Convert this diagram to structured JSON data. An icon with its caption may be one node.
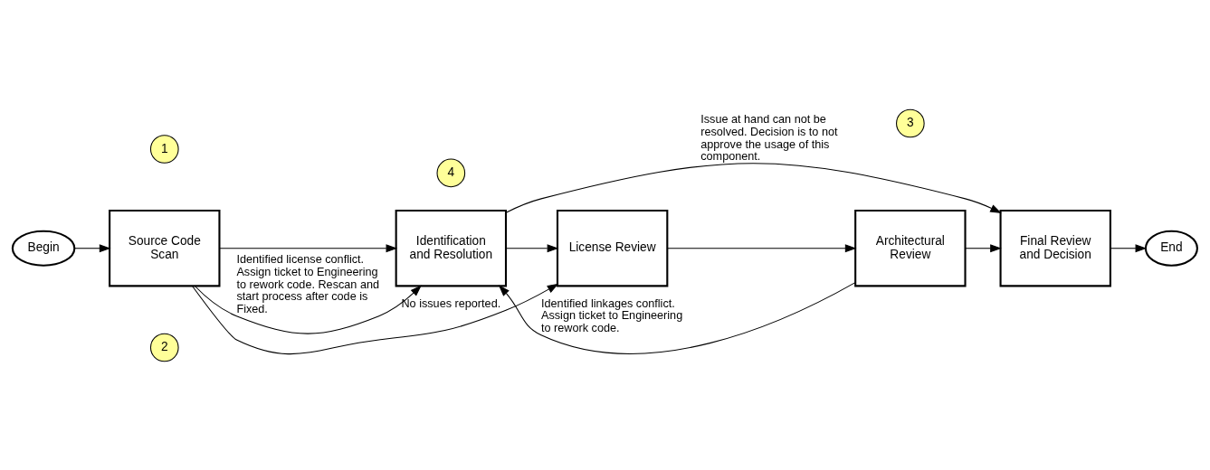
{
  "diagram": {
    "nodes": [
      {
        "text": [
          "Begin"
        ]
      },
      {
        "text": [
          "Source Code Scan"
        ]
      },
      {
        "text": [
          "Identification and Resolution"
        ]
      },
      {
        "text": [
          "License Review"
        ]
      },
      {
        "text": [
          "Architectural Review"
        ]
      },
      {
        "text": [
          "Final Review and Decision"
        ]
      },
      {
        "text": [
          "End"
        ]
      },
      {
        "text": [
          "1"
        ]
      },
      {
        "text": [
          "2"
        ]
      },
      {
        "text": [
          "3"
        ]
      },
      {
        "text": [
          "4"
        ]
      }
    ],
    "edges": [
      {
        "from": 0,
        "to": 1,
        "arrow": "to"
      },
      {
        "from": 1,
        "to": 2,
        "arrow": "to"
      },
      {
        "from": 2,
        "to": 3,
        "arrow": "to"
      },
      {
        "from": 3,
        "to": 4,
        "arrow": "to"
      },
      {
        "from": 4,
        "to": 5,
        "arrow": "to"
      },
      {
        "from": 5,
        "to": 6,
        "arrow": "to"
      },
      {
        "from": 1,
        "to": 3,
        "arrow": "to",
        "label": "No issues reported."
      },
      {
        "from": 1,
        "to": 2,
        "arrow": "to",
        "label": "Identified license conflict. Assign ticket to Engineering to rework code. Rescan and start process after code is Fixed."
      },
      {
        "from": 4,
        "to": 2,
        "arrow": "to",
        "label": "Identified linkages conflict. Assign ticket to Engineering to rework code."
      },
      {
        "from": 2,
        "to": 5,
        "arrow": "to",
        "label": "Issue at hand can not be resolved. Decision is to not approve the usage of this component."
      }
    ]
  }
}
